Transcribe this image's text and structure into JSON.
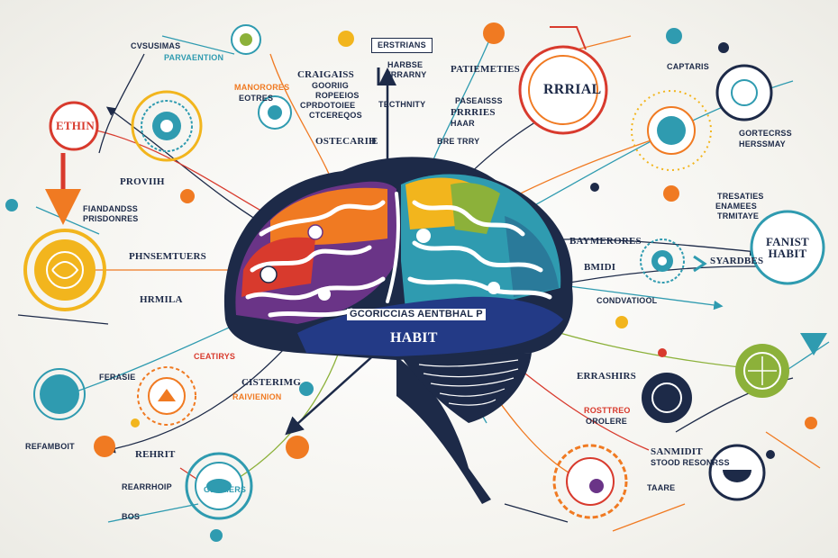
{
  "colors": {
    "navy": "#1d2a48",
    "teal": "#2f9bb0",
    "orange": "#f07a22",
    "yellow": "#f2b51d",
    "purple": "#6a3487",
    "green": "#8cb13a",
    "red": "#d83a2d"
  },
  "labels": {
    "top_left_1": "CVSUSIMAS",
    "top_left_2": "PARVAENTION",
    "left_circle": "ETHIN",
    "col_left_a": "CRAIGAISS",
    "col_left_b": "GOORIIG",
    "col_left_c": "ROPEEIOS",
    "col_left_d": "CPRDOTOIEE",
    "col_left_e": "CTCEREQOS",
    "col_left_f": "MANORORES",
    "col_left_g": "EOTRES",
    "col_left_h": "OSTECARIH",
    "col_left_i": "E",
    "top_box": "ERSTRIANS",
    "top_center_1": "HARBSE",
    "top_center_2": "TRRARNY",
    "top_center_3": "TECTHNITY",
    "top_mid_1": "PATIEMETIES",
    "top_mid_2": "PASEAISSS",
    "top_mid_3": "PRRRIES",
    "top_mid_4": "HAAR",
    "top_mid_5": "BRE TRRY",
    "top_right_circle": "RRRIAL",
    "right_top_1": "CAPTARIS",
    "right_top_2": "GORTECRSS",
    "right_top_3": "HERSSMAY",
    "right_mid_1": "TRESATIES",
    "right_mid_2": "ENAMEES",
    "right_mid_3": "TRMITAYE",
    "right_circle_1": "FANIST",
    "right_circle_2": "HABIT",
    "right_a": "BAYMERORES",
    "right_b": "SYARDBES",
    "right_c": "BMIDI",
    "right_d": "CONDVATIOOL",
    "left_mid_1": "PROVIIH",
    "left_mid_2": "FIANDANDSS",
    "left_mid_3": "PRISDONRES",
    "left_mid_4": "PHNSEMTUERS",
    "left_mid_5": "HRMILA",
    "left_low_1": "CEATIRYS",
    "left_low_2": "CISTERIMG",
    "left_low_3": "REHRIT",
    "left_low_4": "REARRHOIP",
    "left_low_5": "REFAMBOIT",
    "left_low_6": "RAIVIENION",
    "left_low_7": "GETEIERS",
    "brain_band_1": "GCORICCIAS AENTBHAL P",
    "brain_habit": "HABIT",
    "low_right_1": "ERRASHIRS",
    "low_right_2": "ROSTTREO",
    "low_right_3": "OROLERE",
    "low_right_4": "SANMIDIT",
    "low_right_5": "STOOD RESONRSS",
    "low_right_6": "TAARE",
    "bottom_left_1": "BOS",
    "small_left_1": "FERASIE"
  }
}
